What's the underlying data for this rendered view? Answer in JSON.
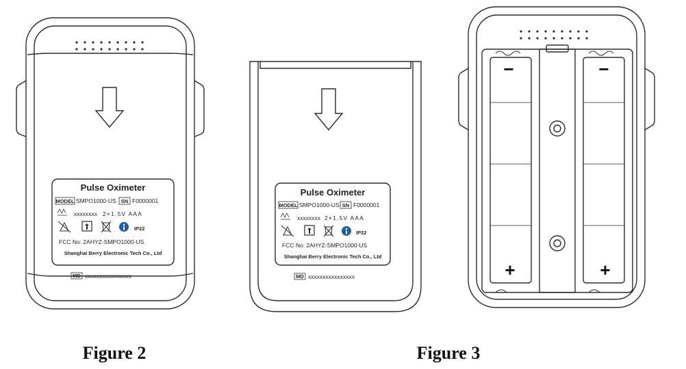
{
  "figure2": {
    "label": {
      "title": "Pulse Oximeter",
      "model_tag": "MODEL",
      "model_value": "SMPO1000-US",
      "sn_tag": "SN",
      "sn_value": "F0000001",
      "battery_code": "xxxxxxxx",
      "battery_spec": "2×1.5V AAA",
      "ip_rating": "IP22",
      "fcc": "FCC No: 2AHYZ-SMPO1000-US",
      "manufacturer": "Shanghai Berry Electronic Tech Co., Ltd",
      "md_tag": "MD",
      "md_value": "xxxxxxxxxxxxxxxx"
    }
  },
  "figure3_cover": {
    "label": {
      "title": "Pulse Oximeter",
      "model_tag": "MODEL",
      "model_value": "SMPO1000-US",
      "sn_tag": "SN",
      "sn_value": "F0000001",
      "battery_code": "xxxxxxxx",
      "battery_spec": "2×1.5V AAA",
      "ip_rating": "IP22",
      "fcc": "FCC No: 2AHYZ-SMPO1000-US",
      "manufacturer": "Shanghai Berry Electronic Tech Co., Ltd",
      "md_tag": "MD",
      "md_value": "xxxxxxxxxxxxxxxx"
    }
  },
  "figure3_open": {
    "left_minus": "−",
    "right_minus": "−",
    "left_plus": "+",
    "right_plus": "+"
  },
  "captions": {
    "figure2": "Figure 2",
    "figure3": "Figure 3"
  },
  "colors": {
    "line": "#2a2a2a",
    "badge_blue": "#1f5fa8"
  }
}
